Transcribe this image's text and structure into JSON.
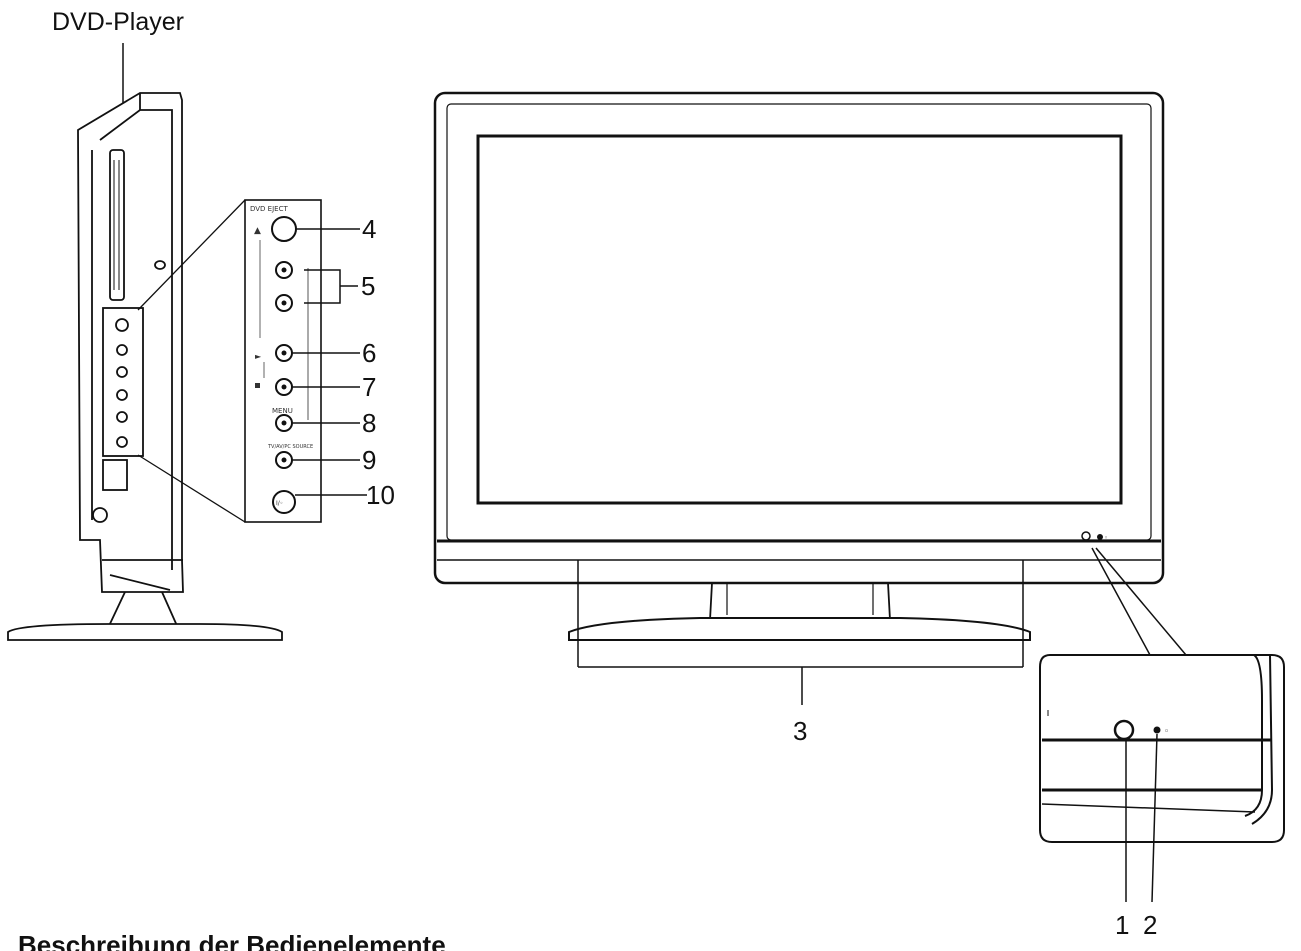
{
  "title": "DVD-Player",
  "heading": "Beschreibung der Bedienelemente",
  "callouts": {
    "c1": "1",
    "c2": "2",
    "c3": "3",
    "c4": "4",
    "c5": "5",
    "c6": "6",
    "c7": "7",
    "c8": "8",
    "c9": "9",
    "c10": "10"
  },
  "panel_labels": {
    "dvd_eject": "DVD EJECT",
    "menu": "MENU",
    "tv_av": "TV/AV/PC\nSOURCE"
  }
}
